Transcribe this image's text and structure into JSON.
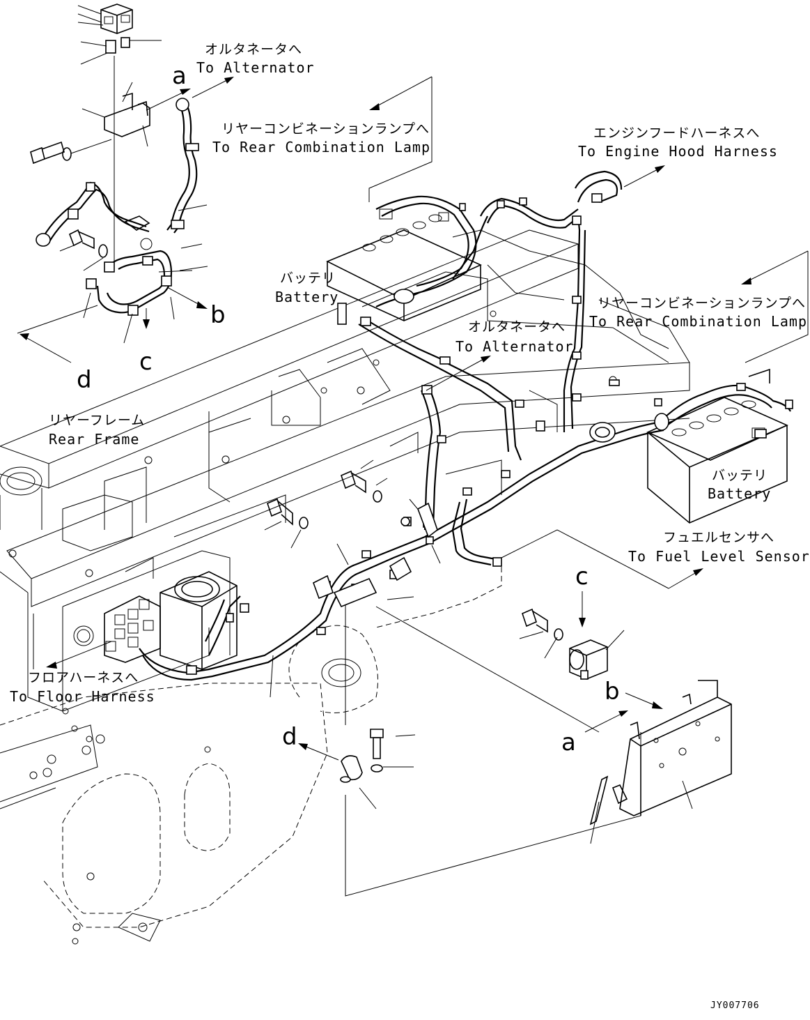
{
  "labels": {
    "alternator_top": {
      "jp": "オルタネータへ",
      "en": "To Alternator"
    },
    "rear_combo_top": {
      "jp": "リヤーコンビネーションランプへ",
      "en": "To Rear Combination Lamp"
    },
    "engine_hood": {
      "jp": "エンジンフードハーネスへ",
      "en": "To Engine Hood Harness"
    },
    "battery_left": {
      "jp": "バッテリ",
      "en": "Battery"
    },
    "rear_combo_right": {
      "jp": "リヤーコンビネーションランプへ",
      "en": "To Rear Combination Lamp"
    },
    "alternator_mid": {
      "jp": "オルタネータへ",
      "en": "To Alternator"
    },
    "rear_frame": {
      "jp": "リヤーフレーム",
      "en": "Rear Frame"
    },
    "battery_right": {
      "jp": "バッテリ",
      "en": "Battery"
    },
    "fuel_sensor": {
      "jp": "フュエルセンサへ",
      "en": "To Fuel Level Sensor"
    },
    "floor_harness": {
      "jp": "フロアハーネスへ",
      "en": "To Floor Harness"
    }
  },
  "callouts": {
    "a_top": "a",
    "b_top": "b",
    "c_top": "c",
    "d_top": "d",
    "c_bottom": "c",
    "b_bottom": "b",
    "a_bottom": "a",
    "d_bottom": "d"
  },
  "drawing_code": "JY007706"
}
